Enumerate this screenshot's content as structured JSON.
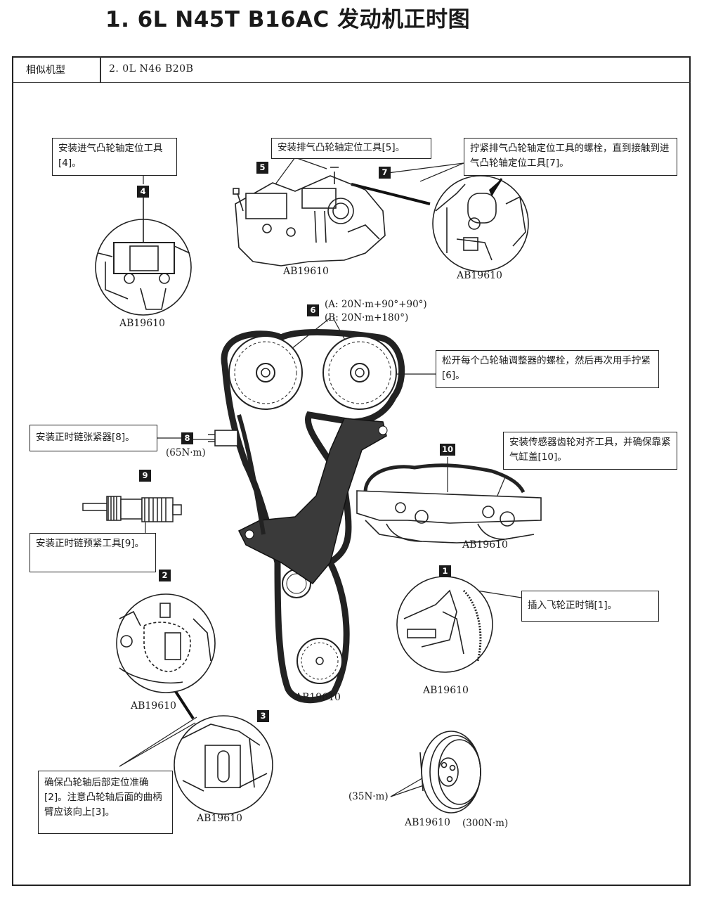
{
  "title": "1. 6L N45T B16AC 发动机正时图",
  "header": {
    "label": "相似机型",
    "value": "2. 0L N46 B20B"
  },
  "tags": {
    "t1": "1",
    "t2": "2",
    "t3": "3",
    "t4": "4",
    "t5": "5",
    "t6": "6",
    "t7": "7",
    "t8": "8",
    "t9": "9",
    "t10": "10"
  },
  "callouts": {
    "c4": "安装进气凸轮轴定位工具[4]。",
    "c5": "安装排气凸轮轴定位工具[5]。",
    "c7": "拧紧排气凸轮轴定位工具的螺栓，直到接触到进气凸轮轴定位工具[7]。",
    "c6": "松开每个凸轮轴调整器的螺栓，然后再次用手拧紧[6]。",
    "c8": "安装正时链张紧器[8]。",
    "c10": "安装传感器齿轮对齐工具，并确保靠紧气缸盖[10]。",
    "c9": "安装正时链预紧工具[9]。",
    "c1": "插入飞轮正时销[1]。",
    "c23": "确保凸轮轴后部定位准确[2]。注意凸轮轴后面的曲柄臂应该向上[3]。"
  },
  "torques": {
    "a": "(A: 20N·m+90°+90°)",
    "b": "(B: 20N·m+180°)",
    "tensioner": "(65N·m)",
    "pulley_small": "(35N·m)",
    "pulley_big": "(300N·m)"
  },
  "refs": {
    "r4": "AB19610",
    "r5": "AB19610",
    "r7": "AB19610",
    "rmain": "AB19610",
    "r10": "AB19610",
    "r2": "AB19610",
    "r1": "AB19610",
    "r3": "AB19610",
    "rp": "AB19610"
  }
}
